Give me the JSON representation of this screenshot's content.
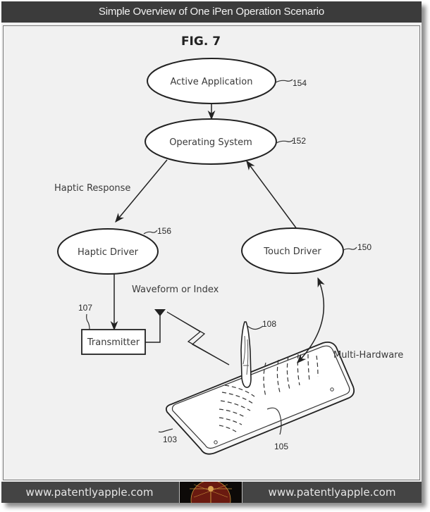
{
  "header": {
    "title": "Simple Overview of One iPen Operation Scenario"
  },
  "figure": {
    "label": "FIG. 7",
    "nodes": {
      "active_application": {
        "label": "Active Application",
        "ref": "154"
      },
      "operating_system": {
        "label": "Operating System",
        "ref": "152"
      },
      "haptic_driver": {
        "label": "Haptic Driver",
        "ref": "156"
      },
      "touch_driver": {
        "label": "Touch Driver",
        "ref": "150"
      },
      "transmitter": {
        "label": "Transmitter",
        "ref": "107"
      }
    },
    "edge_labels": {
      "haptic_response": "Haptic Response",
      "waveform_or_index": "Waveform or Index",
      "multi_hardware": "Multi-Hardware"
    },
    "parts": {
      "pen_ref": "108",
      "tablet_ref": "103",
      "screen_ref": "105"
    }
  },
  "footer": {
    "left_link": "www.patentlyapple.com",
    "right_link": "www.patentlyapple.com"
  }
}
